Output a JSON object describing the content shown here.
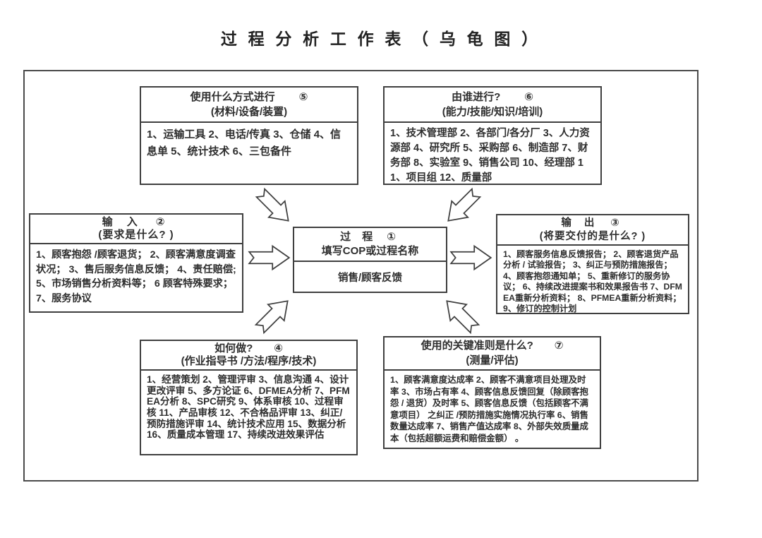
{
  "title": "过 程 分 析 工 作 表 （ 乌 龟 图 ）",
  "boxes": {
    "materials": {
      "title": "使用什么方式进行",
      "number": "⑤",
      "subtitle": "(材料/设备/装置)",
      "body": "1、运输工具 2、电话/传真 3、仓储 4、信息单 5、统计技术 6、三包备件"
    },
    "who": {
      "title": "由谁进行?",
      "number": "⑥",
      "subtitle": "(能力/技能/知识/培训)",
      "body": "1、技术管理部 2、各部门/各分厂 3、人力资源部 4、研究所 5、采购部 6、制造部 7、财务部 8、实验室 9、销售公司 10、经理部 11、项目组 12、质量部"
    },
    "input": {
      "title": "输  入",
      "number": "②",
      "subtitle": "(要求是什么? )",
      "body": "1、顾客抱怨 /顾客退货； 2、顾客满意度调查状况； 3、售后服务信息反馈； 4、责任赔偿; 5、市场销售分析资料等； 6 顾客特殊要求； 7、服务协议"
    },
    "process": {
      "title": "过  程",
      "number": "①",
      "subtitle": "填写COP或过程名称",
      "body": "销售/顾客反馈"
    },
    "output": {
      "title": "输  出",
      "number": "③",
      "subtitle": "(将要交付的是什么? )",
      "body": "1、顾客服务信息反馈报告； 2、顾客退货产品分析 / 试验报告； 3、纠正与预防措施报告； 4、顾客抱怨通知单； 5、重新修订的服务协议； 6、持续改进提案书和效果报告书 7、DFMEA重新分析资料； 8、PFMEA重新分析资料； 9、修订的控制计划"
    },
    "how": {
      "title": "如何做?",
      "number": "④",
      "subtitle": "(作业指导书 /方法/程序/技术)",
      "body": "1、经营策划 2、管理评审 3、信息沟通 4、设计更改评审 5、多方论证 6、DFMEA分析 7、PFMEA分析 8、SPC研究 9、体系审核 10、过程审核 11、产品审核 12、不合格品评审 13、纠正/预防措施评审 14、统计技术应用 15、数据分析 16、质量成本管理 17、持续改进效果评估"
    },
    "criteria": {
      "title": "使用的关键准则是什么?",
      "number": "⑦",
      "subtitle": "(测量/评估)",
      "body": "1、顾客满意度达成率 2、顾客不满意项目处理及时率 3、市场占有率 4、顾客信息反馈回复（除顾客抱怨 / 退货）及时率 5、顾客信息反馈（包括顾客不满意项目） 之纠正 /预防措施实施情况执行率 6、销售数量达成率 7、销售产值达成率 8、外部失效质量成本（包括超额运费和赔偿金额） 。"
    }
  },
  "arrows": {
    "materials_to_process": "block-arrow-southeast",
    "who_to_process": "block-arrow-southwest",
    "input_to_process": "block-arrow-east",
    "process_to_output": "block-arrow-east",
    "how_to_process": "block-arrow-northeast",
    "criteria_to_process": "block-arrow-northwest"
  },
  "colors": {
    "line": "#3f3f3f",
    "text": "#2e2e2e",
    "background": "#ffffff"
  }
}
